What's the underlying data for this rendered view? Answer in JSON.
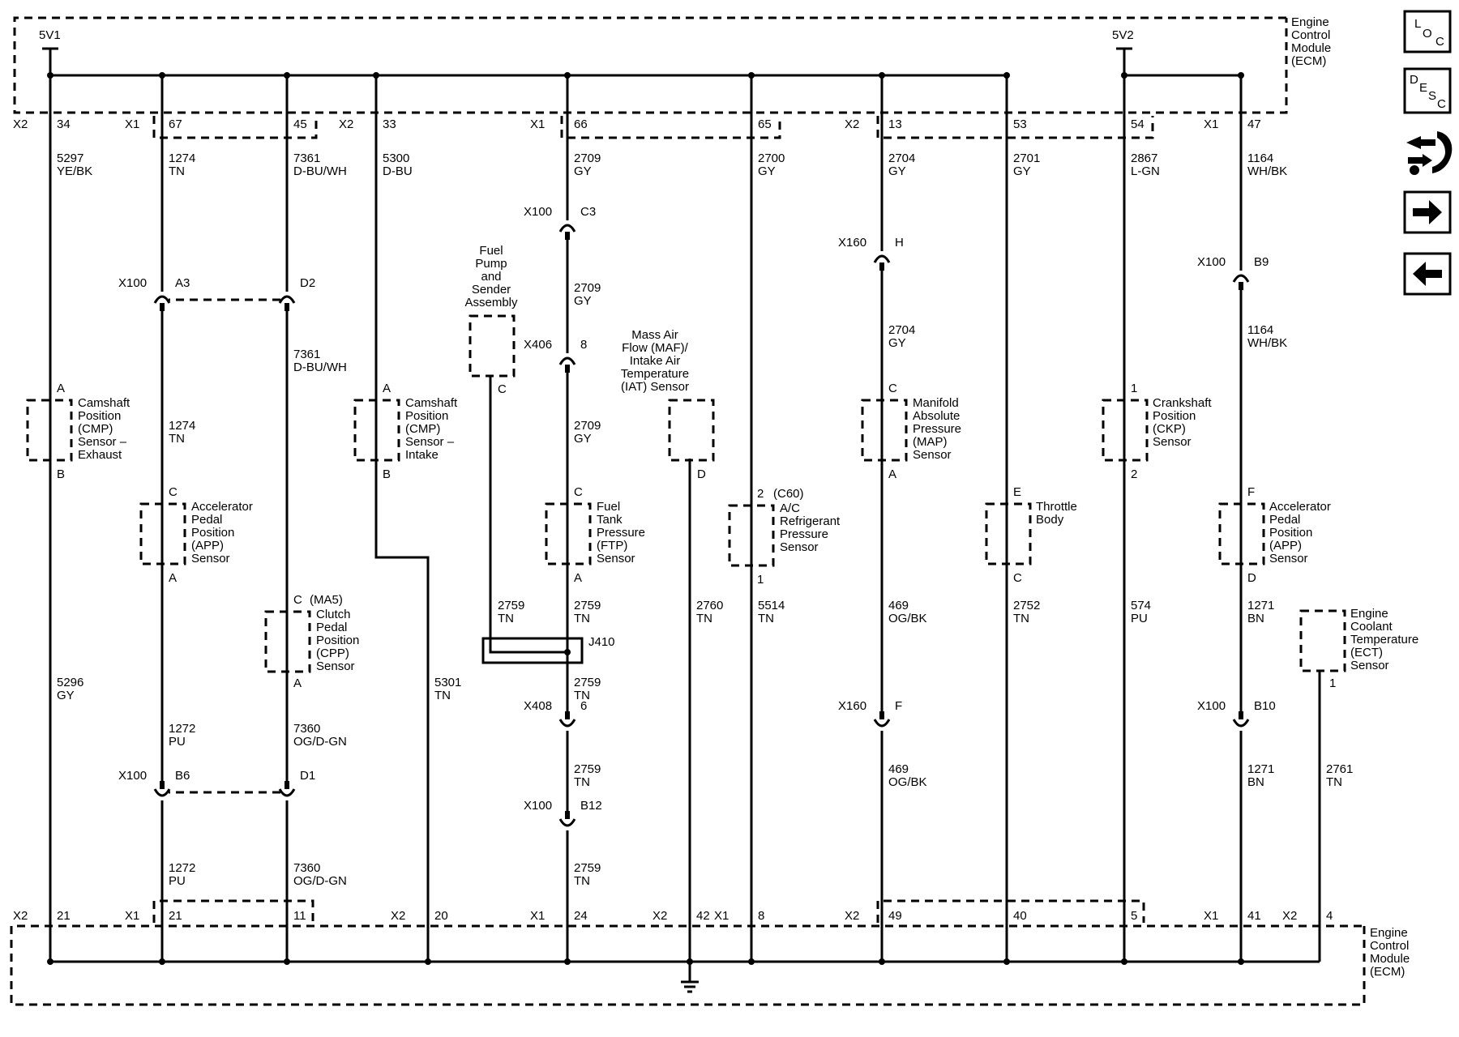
{
  "ecm_label": [
    "Engine",
    "Control",
    "Module",
    "(ECM)"
  ],
  "supplies": {
    "left": "5V1",
    "right": "5V2"
  },
  "top_pins": [
    {
      "conn": "X2",
      "pin": "34"
    },
    {
      "conn": "X1",
      "pin": "67"
    },
    {
      "conn": "",
      "pin": "45"
    },
    {
      "conn": "X2",
      "pin": "33"
    },
    {
      "conn": "X1",
      "pin": "66"
    },
    {
      "conn": "",
      "pin": "65"
    },
    {
      "conn": "X2",
      "pin": "13"
    },
    {
      "conn": "",
      "pin": "53"
    },
    {
      "conn": "",
      "pin": "54"
    },
    {
      "conn": "X1",
      "pin": "47"
    }
  ],
  "bottom_pins": [
    {
      "conn": "X2",
      "pin": "21"
    },
    {
      "conn": "X1",
      "pin": "21"
    },
    {
      "conn": "",
      "pin": "11"
    },
    {
      "conn": "X2",
      "pin": "20"
    },
    {
      "conn": "X1",
      "pin": "24"
    },
    {
      "conn": "X2",
      "pin": "42"
    },
    {
      "conn": "X1",
      "pin": "8"
    },
    {
      "conn": "X2",
      "pin": "49"
    },
    {
      "conn": "",
      "pin": "40"
    },
    {
      "conn": "",
      "pin": "5"
    },
    {
      "conn": "X1",
      "pin": "41"
    },
    {
      "conn": "X2",
      "pin": "4"
    }
  ],
  "wires": [
    {
      "circuit": "5297",
      "color": "YE/BK"
    },
    {
      "circuit": "1274",
      "color": "TN"
    },
    {
      "circuit": "7361",
      "color": "D-BU/WH"
    },
    {
      "circuit": "5300",
      "color": "D-BU"
    },
    {
      "circuit": "2709",
      "color": "GY"
    },
    {
      "circuit": "2700",
      "color": "GY"
    },
    {
      "circuit": "2704",
      "color": "GY"
    },
    {
      "circuit": "2701",
      "color": "GY"
    },
    {
      "circuit": "2867",
      "color": "L-GN"
    },
    {
      "circuit": "1164",
      "color": "WH/BK"
    },
    {
      "circuit": "1274",
      "color": "TN"
    },
    {
      "circuit": "7361",
      "color": "D-BU/WH"
    },
    {
      "circuit": "2709",
      "color": "GY"
    },
    {
      "circuit": "2704",
      "color": "GY"
    },
    {
      "circuit": "1164",
      "color": "WH/BK"
    },
    {
      "circuit": "2709",
      "color": "GY"
    },
    {
      "circuit": "2759",
      "color": "TN"
    },
    {
      "circuit": "2759",
      "color": "TN"
    },
    {
      "circuit": "2760",
      "color": "TN"
    },
    {
      "circuit": "5514",
      "color": "TN"
    },
    {
      "circuit": "469",
      "color": "OG/BK"
    },
    {
      "circuit": "2752",
      "color": "TN"
    },
    {
      "circuit": "574",
      "color": "PU"
    },
    {
      "circuit": "1271",
      "color": "BN"
    },
    {
      "circuit": "5296",
      "color": "GY"
    },
    {
      "circuit": "5301",
      "color": "TN"
    },
    {
      "circuit": "2759",
      "color": "TN"
    },
    {
      "circuit": "1272",
      "color": "PU"
    },
    {
      "circuit": "7360",
      "color": "OG/D-GN"
    },
    {
      "circuit": "2759",
      "color": "TN"
    },
    {
      "circuit": "469",
      "color": "OG/BK"
    },
    {
      "circuit": "1271",
      "color": "BN"
    },
    {
      "circuit": "2761",
      "color": "TN"
    },
    {
      "circuit": "1272",
      "color": "PU"
    },
    {
      "circuit": "7360",
      "color": "OG/D-GN"
    },
    {
      "circuit": "2759",
      "color": "TN"
    }
  ],
  "inline_connectors": [
    {
      "conn": "X100",
      "pin": "A3"
    },
    {
      "conn": "",
      "pin": "D2"
    },
    {
      "conn": "X100",
      "pin": "C3"
    },
    {
      "conn": "X406",
      "pin": "8"
    },
    {
      "conn": "X160",
      "pin": "H"
    },
    {
      "conn": "X100",
      "pin": "B9"
    },
    {
      "conn": "X408",
      "pin": "6"
    },
    {
      "conn": "X160",
      "pin": "F"
    },
    {
      "conn": "X100",
      "pin": "B10"
    },
    {
      "conn": "X100",
      "pin": "B6"
    },
    {
      "conn": "",
      "pin": "D1"
    },
    {
      "conn": "X100",
      "pin": "B12"
    }
  ],
  "splice": "J410",
  "components": [
    {
      "lines": [
        "Camshaft",
        "Position",
        "(CMP)",
        "Sensor –",
        "Exhaust"
      ],
      "pin_top": "A",
      "pin_bottom": "B",
      "option": ""
    },
    {
      "lines": [
        "Camshaft",
        "Position",
        "(CMP)",
        "Sensor –",
        "Intake"
      ],
      "pin_top": "A",
      "pin_bottom": "B",
      "option": ""
    },
    {
      "lines": [
        "Fuel",
        "Pump",
        "and",
        "Sender",
        "Assembly"
      ],
      "pin_top": "",
      "pin_bottom": "C",
      "option": ""
    },
    {
      "lines": [
        "Mass Air",
        "Flow (MAF)/",
        "Intake Air",
        "Temperature",
        "(IAT) Sensor"
      ],
      "pin_top": "",
      "pin_bottom": "D",
      "option": ""
    },
    {
      "lines": [
        "Manifold",
        "Absolute",
        "Pressure",
        "(MAP)",
        "Sensor"
      ],
      "pin_top": "C",
      "pin_bottom": "A",
      "option": ""
    },
    {
      "lines": [
        "Crankshaft",
        "Position",
        "(CKP)",
        "Sensor"
      ],
      "pin_top": "1",
      "pin_bottom": "2",
      "option": ""
    },
    {
      "lines": [
        "Accelerator",
        "Pedal",
        "Position",
        "(APP)",
        "Sensor"
      ],
      "pin_top": "C",
      "pin_bottom": "A",
      "option": ""
    },
    {
      "lines": [
        "Fuel",
        "Tank",
        "Pressure",
        "(FTP)",
        "Sensor"
      ],
      "pin_top": "C",
      "pin_bottom": "A",
      "option": ""
    },
    {
      "lines": [
        "A/C",
        "Refrigerant",
        "Pressure",
        "Sensor"
      ],
      "pin_top": "2",
      "pin_bottom": "1",
      "option": "(C60)"
    },
    {
      "lines": [
        "Throttle",
        "Body"
      ],
      "pin_top": "E",
      "pin_bottom": "C",
      "option": ""
    },
    {
      "lines": [
        "Accelerator",
        "Pedal",
        "Position",
        "(APP)",
        "Sensor"
      ],
      "pin_top": "F",
      "pin_bottom": "D",
      "option": ""
    },
    {
      "lines": [
        "Clutch",
        "Pedal",
        "Position",
        "(CPP)",
        "Sensor"
      ],
      "pin_top": "C",
      "pin_bottom": "A",
      "option": "(MA5)"
    },
    {
      "lines": [
        "Engine",
        "Coolant",
        "Temperature",
        "(ECT)",
        "Sensor"
      ],
      "pin_top": "",
      "pin_bottom": "1",
      "option": ""
    }
  ],
  "nav": [
    {
      "name": "loc-button",
      "letters": [
        "L",
        "O",
        "C"
      ]
    },
    {
      "name": "desc-button",
      "letters": [
        "D",
        "E",
        "S",
        "C"
      ]
    },
    {
      "name": "connector-repair-button",
      "icon": "connector-repair-icon"
    },
    {
      "name": "next-page-button",
      "icon": "arrow-right-icon"
    },
    {
      "name": "previous-page-button",
      "icon": "arrow-left-icon"
    }
  ]
}
